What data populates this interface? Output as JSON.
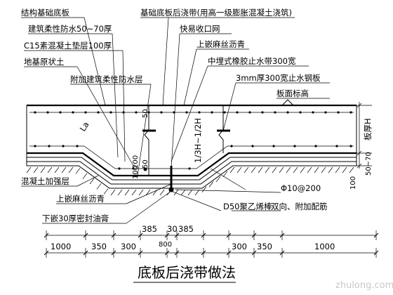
{
  "labels": {
    "structural_base_slab": "结构基础底板",
    "flexible_waterproof": "建筑柔性防水50~70厚",
    "c15_cushion": "C15素混凝土垫层100厚",
    "original_soil": "地基原状土",
    "additional_waterproof": "附加建筑柔性防水层",
    "post_pour_strip": "基础底板后浇带(用高一级膨胀混凝土浇筑)",
    "quick_mesh": "快易收口网",
    "asphalt_hemp_top": "上嵌麻丝沥青",
    "rubber_waterstop": "中埋式橡胶止水带300宽",
    "steel_waterstop": "3mm厚300宽止水钢板",
    "slab_level": "板面标高",
    "slab_thickness": "板厚H",
    "concrete_strengthening": "混凝土加强层",
    "asphalt_hemp_bottom": "上嵌麻丝沥青",
    "sealing_paste": "下嵌30厚密封油膏",
    "pe_rod": "D50聚乙烯棒",
    "rebar": "Φ10@200",
    "rebar_note": "双向、附加配筋",
    "la": "La",
    "slope": "1/3H~1/2H",
    "dim_50": "50",
    "dim_100": "100",
    "dim_200": "200",
    "dim_50_left": "50",
    "dim_50_70": "50~70",
    "dim_100_right": "100"
  },
  "dimensions_top": [
    "385",
    "30",
    "385"
  ],
  "dimensions_mid": [
    "800"
  ],
  "dimensions_bottom": [
    "1000",
    "350",
    "300",
    "",
    "300",
    "350",
    "1000"
  ],
  "title": "底板后浇带做法",
  "watermark": "zhulong.com"
}
